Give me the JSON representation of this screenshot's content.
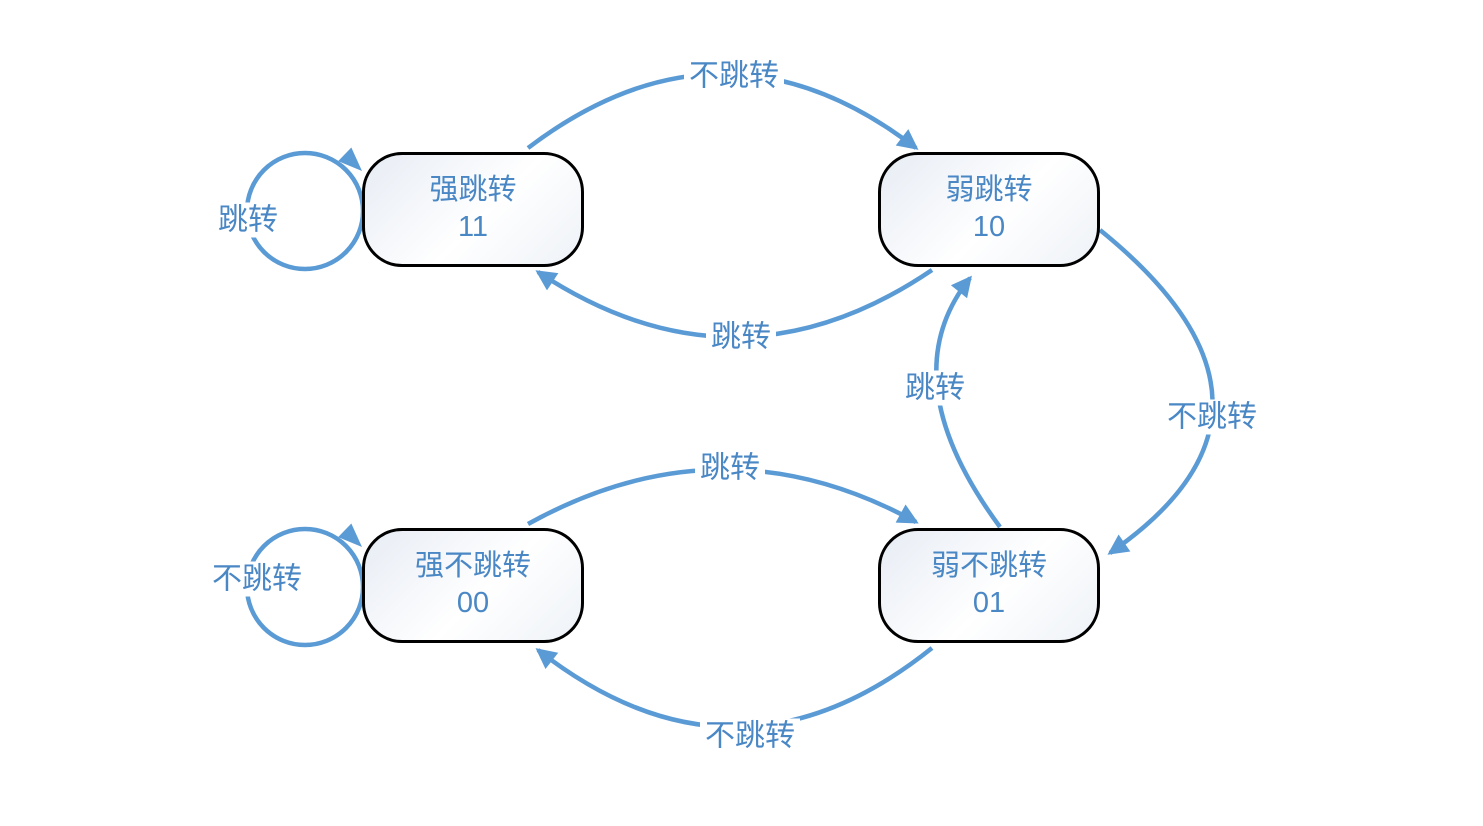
{
  "colors": {
    "edge": "#5B9BD5",
    "text": "#4A87C5",
    "node_border": "#000000",
    "bg": "#ffffff"
  },
  "nodes": [
    {
      "name": "强跳转",
      "code": "11"
    },
    {
      "name": "弱跳转",
      "code": "10"
    },
    {
      "name": "强不跳转",
      "code": "00"
    },
    {
      "name": "弱不跳转",
      "code": "01"
    }
  ],
  "edges": [
    {
      "from": "11",
      "to": "11",
      "label": "跳转"
    },
    {
      "from": "11",
      "to": "10",
      "label": "不跳转"
    },
    {
      "from": "10",
      "to": "11",
      "label": "跳转"
    },
    {
      "from": "10",
      "to": "01",
      "label": "不跳转"
    },
    {
      "from": "01",
      "to": "10",
      "label": "跳转"
    },
    {
      "from": "00",
      "to": "00",
      "label": "不跳转"
    },
    {
      "from": "00",
      "to": "01",
      "label": "跳转"
    },
    {
      "from": "01",
      "to": "00",
      "label": "不跳转"
    }
  ]
}
